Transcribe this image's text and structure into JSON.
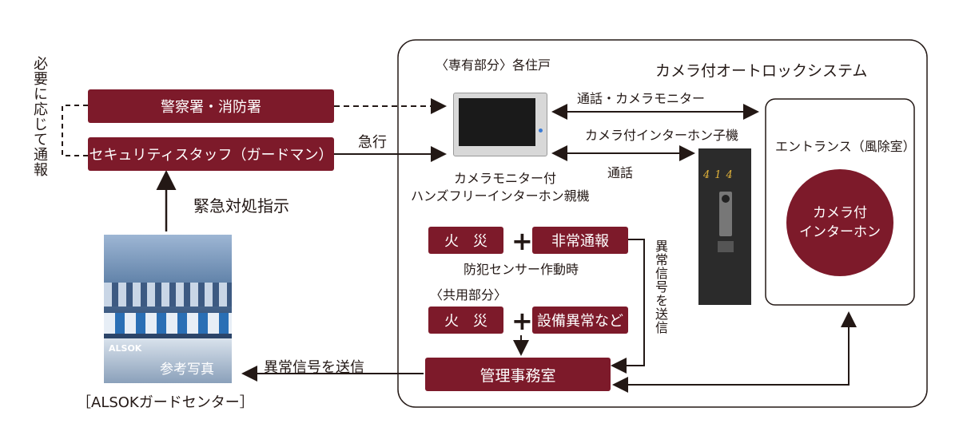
{
  "left": {
    "vertical_note": "必要に応じて通報",
    "police_fire": "警察署・消防署",
    "security_staff": "セキュリティスタッフ（ガードマン）",
    "rush_label": "急行",
    "emergency_instruction": "緊急対処指示",
    "photo_caption": "参考写真",
    "photo_logo": "ALSOK",
    "center_label": "［ALSOKガードセンター］",
    "send_signal_label": "異常信号を送信"
  },
  "system": {
    "title": "カメラ付オートロックシステム",
    "private_area": "〈専有部分〉各住戸",
    "talk_camera_monitor": "通話・カメラモニター",
    "sub_unit_label": "カメラ付インターホン子機",
    "talk": "通話",
    "parent_unit_line1": "カメラモニター付",
    "parent_unit_line2": "ハンズフリーインターホン親機",
    "room_number": "414",
    "entrance_label": "エントランス（風除室）",
    "camera_intercom_line1": "カメラ付",
    "camera_intercom_line2": "インターホン",
    "fire1": "火　災",
    "emergency_call": "非常通報",
    "sensor_label": "防犯センサー作動時",
    "common_area": "〈共用部分〉",
    "fire2": "火　災",
    "equipment_abnormal": "設備異常など",
    "management_office": "管理事務室",
    "vertical_send": "異常信号を送信",
    "plus": "+"
  },
  "colors": {
    "box": "#7d1a2a",
    "line": "#231815",
    "panel": "#2b2b2b"
  }
}
